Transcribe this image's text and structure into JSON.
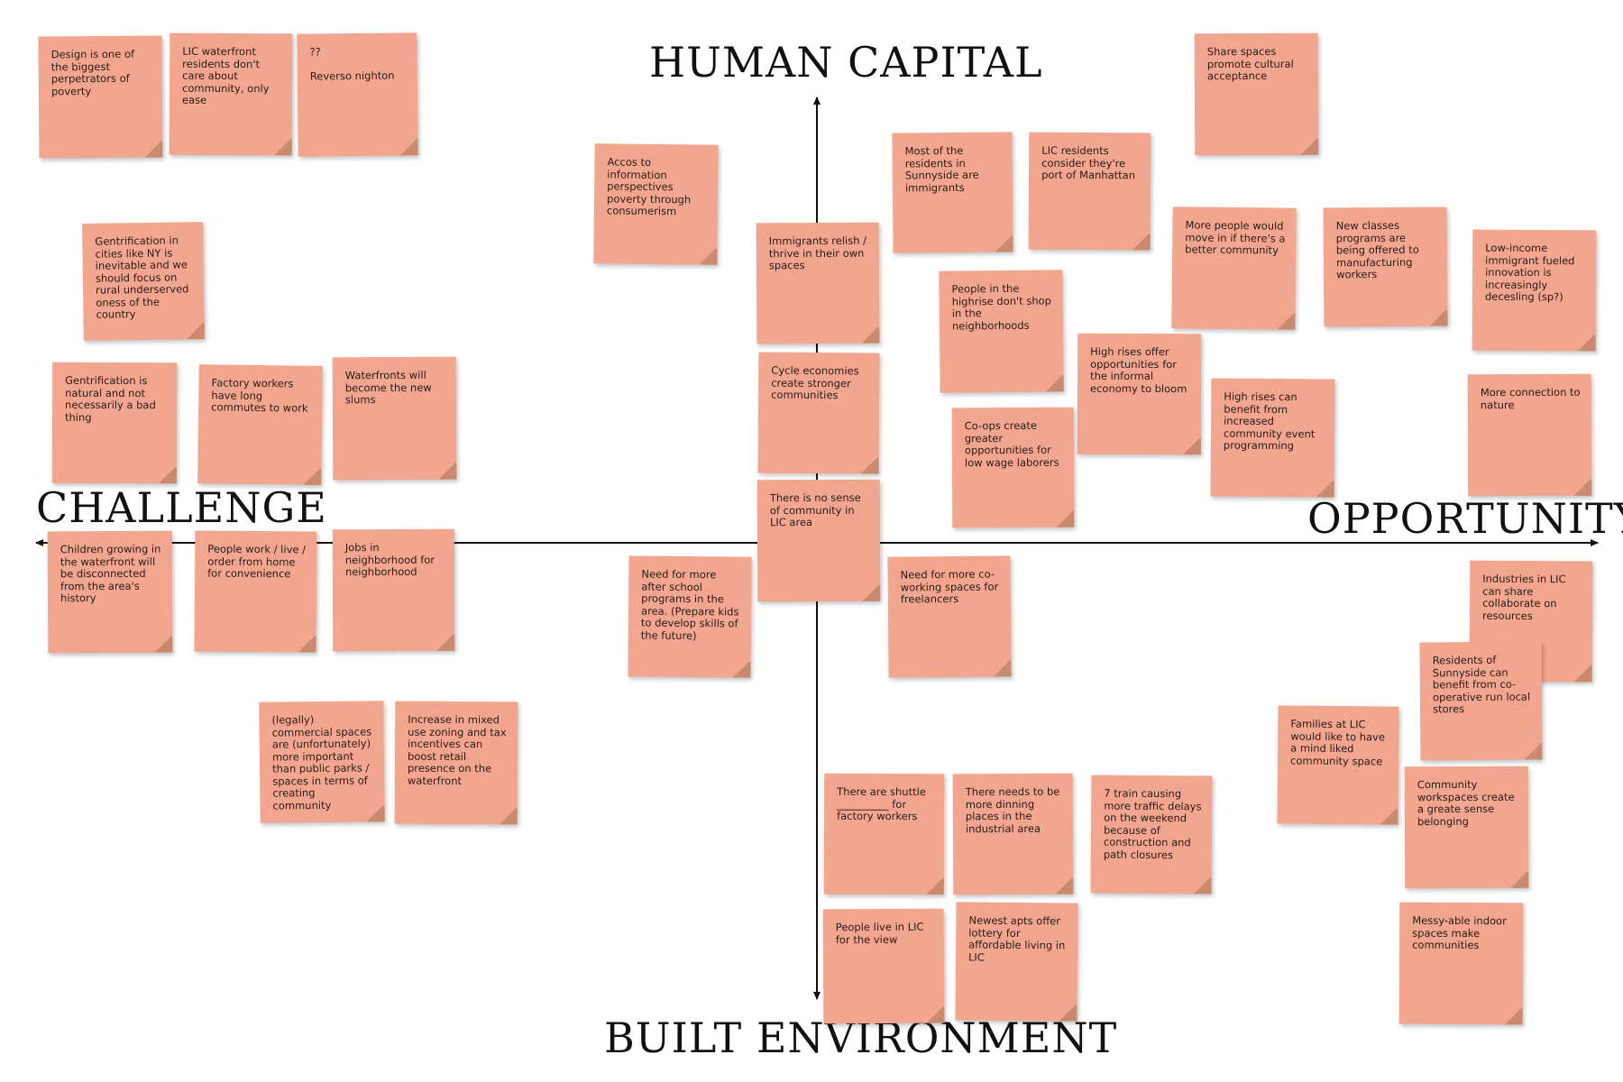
{
  "axes": {
    "top": "HUMAN CAPITAL",
    "bottom": "BUILT ENVIRONMENT",
    "left": "CHALLENGE",
    "right": "OPPORTUNITY"
  },
  "notes": [
    "Design is one of the biggest perpetrators of poverty",
    "LIC waterfront residents don't care about community, only ease",
    "??\n\nReverso nighton",
    "Gentrification in cities like NY is inevitable and we should focus on rural underserved oness of the country",
    "Gentrification is natural and not necessarily a bad thing",
    "Factory workers have long commutes to work",
    "Waterfronts will become the new slums",
    "Children growing in the waterfront will be disconnected from the area's history",
    "People work / live / order from home for convenience",
    "Jobs in neighborhood for neighborhood",
    "(legally) commercial spaces are (unfortunately) more important than public parks / spaces in terms of creating community",
    "Increase in mixed use zoning and tax incentives can boost retail presence on the waterfront",
    "Accos to information perspectives poverty through consumerism",
    "Immigrants relish / thrive in their own spaces",
    "Cycle economies create stronger communities",
    "There is no sense of community in LIC area",
    "Need for more after school programs in the area. (Prepare kids to develop skills of the future)",
    "Most of the residents in Sunnyside are immigrants",
    "LIC residents consider they're port of Manhattan",
    "Share spaces promote cultural acceptance",
    "More people would move in if there's a better community",
    "New classes programs are being offered to manufacturing workers",
    "Low-income immigrant fueled innovation is increasingly decesling (sp?)",
    "People in the highrise don't shop in the neighborhoods",
    "High rises offer opportunities for the informal economy to bloom",
    "Co-ops create greater opportunities for low wage laborers",
    "High rises can benefit from increased community event programming",
    "More connection to nature",
    "Need for more co-working spaces for freelancers",
    "Industries in LIC can share collaborate on resources",
    "Residents of Sunnyside can benefit from co-operative run local stores",
    "Families at LIC would like to have a mind liked community space",
    "Community workspaces create a greate sense belonging",
    "Messy-able indoor spaces make communities",
    "There are shuttle __________ for factory workers",
    "There needs to be more dinning places in the industrial area",
    "7 train causing more traffic delays on the weekend because of construction and path closures",
    "People live in LIC for the view",
    "Newest apts offer lottery for affordable living in LIC"
  ]
}
